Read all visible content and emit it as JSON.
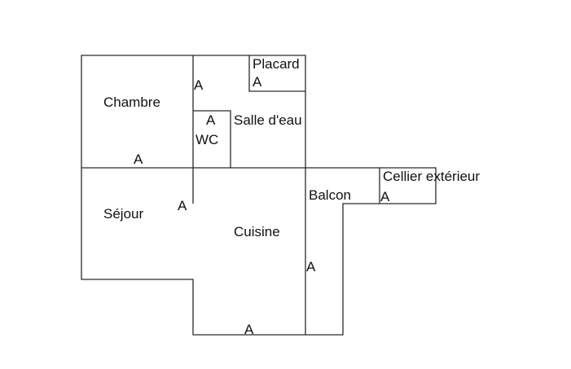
{
  "rooms": {
    "chambre": "Chambre",
    "placard": "Placard",
    "wc": "WC",
    "salle_deau": "Salle d'eau",
    "sejour": "Séjour",
    "cuisine": "Cuisine",
    "balcon": "Balcon",
    "cellier": "Cellier extérieur"
  },
  "markers": {
    "chambre_door": "A",
    "chambre_right": "A",
    "placard": "A",
    "wc": "A",
    "sejour": "A",
    "balcon_cellier": "A",
    "cuisine_right": "A",
    "cuisine_bottom": "A"
  }
}
